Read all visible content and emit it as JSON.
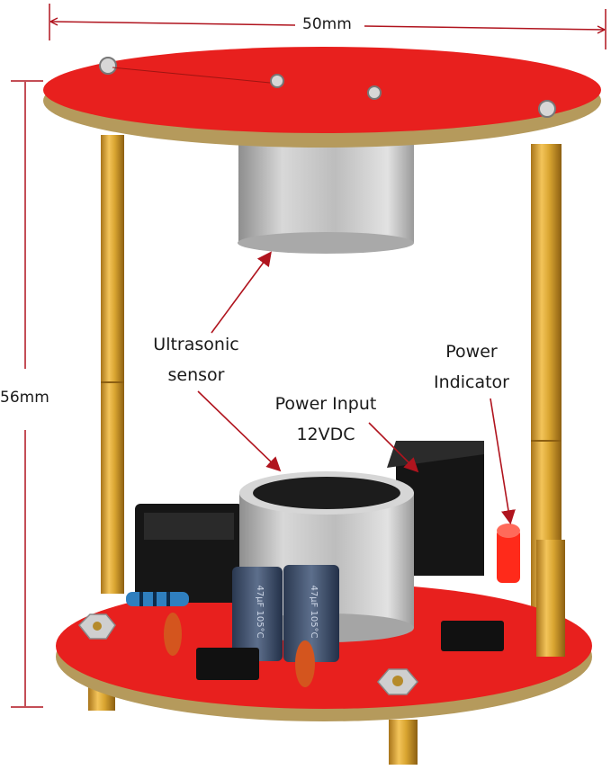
{
  "dimensions": {
    "width_label": "50mm",
    "height_label": "56mm"
  },
  "callouts": {
    "ultrasonic_sensor": {
      "line1": "Ultrasonic",
      "line2": "sensor"
    },
    "power_input": {
      "line1": "Power Input",
      "line2": "12VDC"
    },
    "power_indicator": {
      "line1": "Power",
      "line2": "Indicator"
    }
  },
  "components": {
    "capacitor_marking_1": "47μF 105°C",
    "capacitor_marking_2": "47μF 105°C"
  },
  "colors": {
    "pcb_red": "#e8201e",
    "pcb_edge": "#b59a5c",
    "standoff_gold": "#d9a531",
    "sensor_silver": "#b8b8b8",
    "arrow_red": "#b0141e",
    "led_red": "#ff2a1a"
  }
}
